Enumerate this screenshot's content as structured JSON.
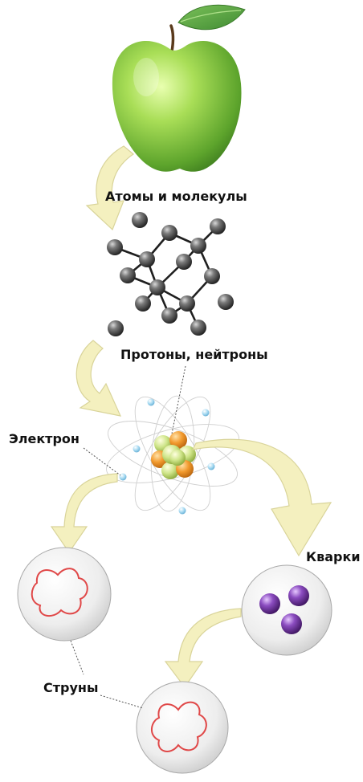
{
  "labels": {
    "atoms": "Атомы и молекулы",
    "protons": "Протоны, нейтроны",
    "electron": "Электрон",
    "quarks": "Кварки",
    "strings": "Струны"
  },
  "colors": {
    "arrow_fill": "#f4f0bf",
    "arrow_stroke": "#d9d49a",
    "apple_green": "#8fd04a",
    "leaf_green": "#4f9a3c",
    "proton_orange": "#f29a2e",
    "neutron_green": "#c8e07a",
    "electron_blue": "#9fd4ee",
    "quark_purple": "#7b3ea6",
    "string_red": "#e04848",
    "sphere_gray": "#d6d6d6",
    "atom_dark": "#2a2a2a"
  }
}
